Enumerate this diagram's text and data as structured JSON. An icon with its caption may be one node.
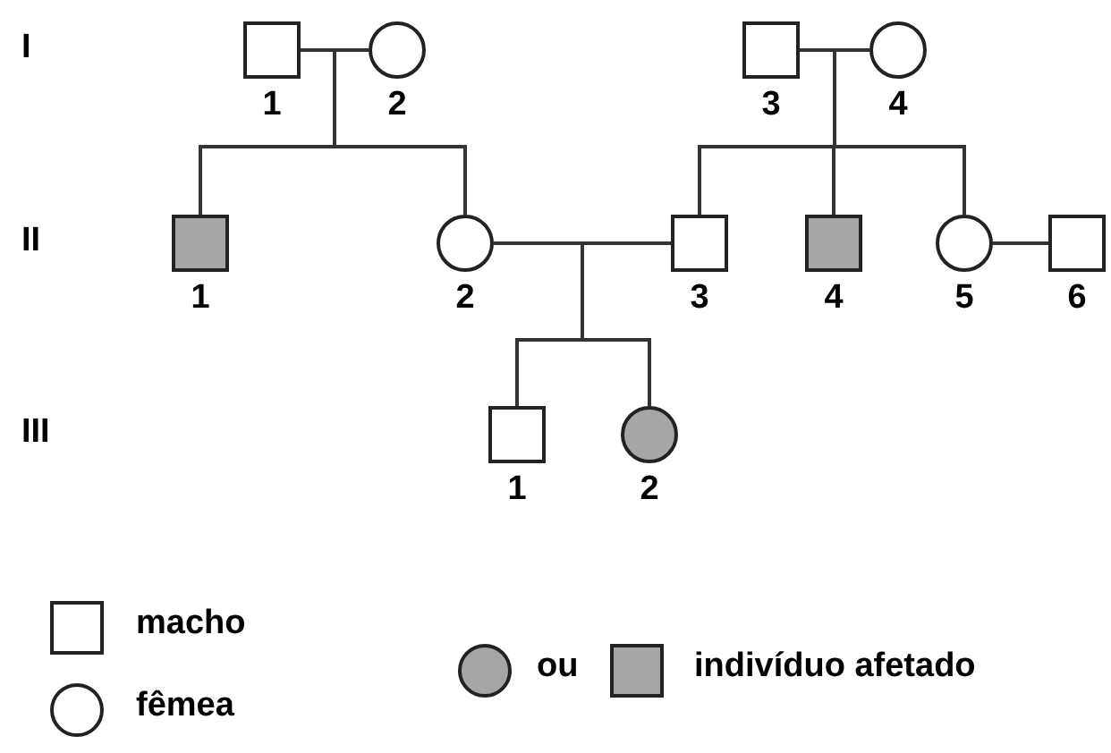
{
  "diagram": {
    "nodes": [
      {
        "text": [],
        "shape": "box",
        "beside": [
          "1"
        ]
      },
      {
        "text": [],
        "shape": "circle",
        "beside": [
          "2"
        ]
      },
      {
        "text": [],
        "shape": "box",
        "beside": [
          "3"
        ]
      },
      {
        "text": [],
        "shape": "circle",
        "beside": [
          "4"
        ]
      },
      {
        "text": [],
        "shape": "block",
        "beside": [
          "1"
        ]
      },
      {
        "text": [],
        "shape": "circle",
        "beside": [
          "2"
        ]
      },
      {
        "text": [],
        "shape": "box",
        "beside": [
          "3"
        ]
      },
      {
        "text": [],
        "shape": "block",
        "beside": [
          "4"
        ]
      },
      {
        "text": [],
        "shape": "circle",
        "beside": [
          "5"
        ]
      },
      {
        "text": [],
        "shape": "box",
        "beside": [
          "6"
        ]
      },
      {
        "text": [],
        "shape": "box",
        "beside": [
          "1"
        ]
      },
      {
        "text": [],
        "shape": "disc",
        "beside": [
          "2"
        ]
      }
    ],
    "edges": [
      {
        "from": 0,
        "to": 1,
        "arrow": "none"
      },
      {
        "from": 2,
        "to": 3,
        "arrow": "none"
      },
      {
        "from": 0,
        "to": 4,
        "arrow": "none"
      },
      {
        "from": 1,
        "to": 4,
        "arrow": "none"
      },
      {
        "from": 0,
        "to": 5,
        "arrow": "none"
      },
      {
        "from": 1,
        "to": 5,
        "arrow": "none"
      },
      {
        "from": 2,
        "to": 6,
        "arrow": "none"
      },
      {
        "from": 3,
        "to": 6,
        "arrow": "none"
      },
      {
        "from": 2,
        "to": 7,
        "arrow": "none"
      },
      {
        "from": 3,
        "to": 7,
        "arrow": "none"
      },
      {
        "from": 2,
        "to": 8,
        "arrow": "none"
      },
      {
        "from": 3,
        "to": 8,
        "arrow": "none"
      },
      {
        "from": 5,
        "to": 6,
        "arrow": "none"
      },
      {
        "from": 8,
        "to": 9,
        "arrow": "none"
      },
      {
        "from": 5,
        "to": 10,
        "arrow": "none"
      },
      {
        "from": 6,
        "to": 10,
        "arrow": "none"
      },
      {
        "from": 5,
        "to": 11,
        "arrow": "none"
      },
      {
        "from": 6,
        "to": 11,
        "arrow": "none"
      }
    ],
    "labels": [
      "I",
      "II",
      "III",
      "ou"
    ],
    "legend": [
      {
        "text": "macho"
      },
      {
        "text": "fêmea"
      },
      {
        "text": "indivíduo afetado",
        "color": "#a6a6a6"
      }
    ]
  }
}
